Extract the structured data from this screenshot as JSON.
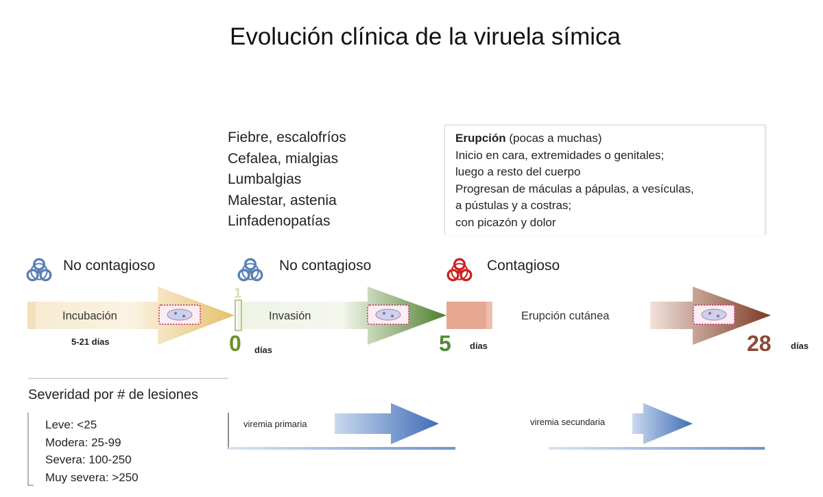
{
  "title": "Evolución clínica de la viruela símica",
  "symptoms": [
    "Fiebre, escalofríos",
    "Cefalea, mialgias",
    "Lumbalgias",
    "Malestar, astenia",
    "Linfadenopatías"
  ],
  "eruption": {
    "heading_bold": "Erupción",
    "heading_rest": " (pocas a muchas)",
    "lines": [
      "Inicio en cara, extremidades o genitales;",
      "luego a resto del cuerpo",
      "Progresan de máculas a pápulas, a vesículas,",
      "a pústulas y a costras;",
      "con picazón y dolor"
    ]
  },
  "phases": [
    {
      "contagion": "No contagioso",
      "bar_label": "Incubación",
      "icon_color": "#5a7fb5"
    },
    {
      "contagion": "No contagioso",
      "bar_label": "Invasión",
      "icon_color": "#5a7fb5"
    },
    {
      "contagion": "Contagioso",
      "bar_label": "Erupción cutánea",
      "icon_color": "#cc2222"
    }
  ],
  "incubation_duration": "5-21 días",
  "timeline": {
    "marker_top": "1",
    "markers": [
      {
        "number": "0",
        "unit": "días",
        "color": "#6e8f2c"
      },
      {
        "number": "5",
        "unit": "días",
        "color": "#4f8a35"
      },
      {
        "number": "28",
        "unit": "días",
        "color": "#8b4a35"
      }
    ]
  },
  "severity": {
    "title": "Severidad por # de lesiones",
    "levels": [
      "Leve: <25",
      "Modera: 25-99",
      "Severa: 100-250",
      "Muy severa: >250"
    ]
  },
  "viremia": {
    "primary": "viremia primaria",
    "secondary": "viremia secundaria"
  },
  "colors": {
    "incubation": "#e8c878",
    "invasion": "#5a8a3a",
    "eruption": "#8b4a35",
    "viremia": "#4a72b8",
    "virus_box": "#d98aa8"
  }
}
